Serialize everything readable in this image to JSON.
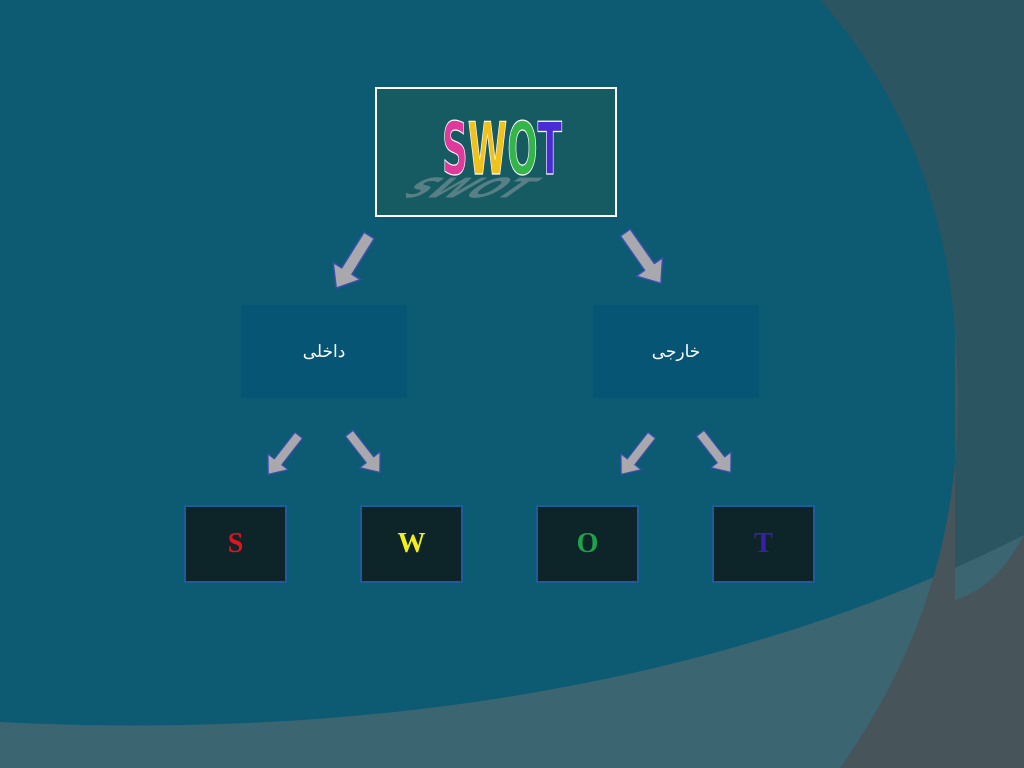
{
  "diagram": {
    "title": "SWOT",
    "title_letter_colors": [
      "#e0399c",
      "#f2c21c",
      "#33b54a",
      "#4a2bd6"
    ],
    "internal_label": "داخلی",
    "external_label": "خارجی",
    "leaves": [
      {
        "letter": "S",
        "color": "#e0141e"
      },
      {
        "letter": "W",
        "color": "#f2ef1c"
      },
      {
        "letter": "O",
        "color": "#1fa34a"
      },
      {
        "letter": "T",
        "color": "#3a1fa8"
      }
    ],
    "arrow_color": "#a9a9ad",
    "arrow_outline": "#3b4fb0"
  },
  "theme": {
    "background": "#0d5a73",
    "right_band": "#2e5560",
    "bottom_band": "#3f6470"
  }
}
